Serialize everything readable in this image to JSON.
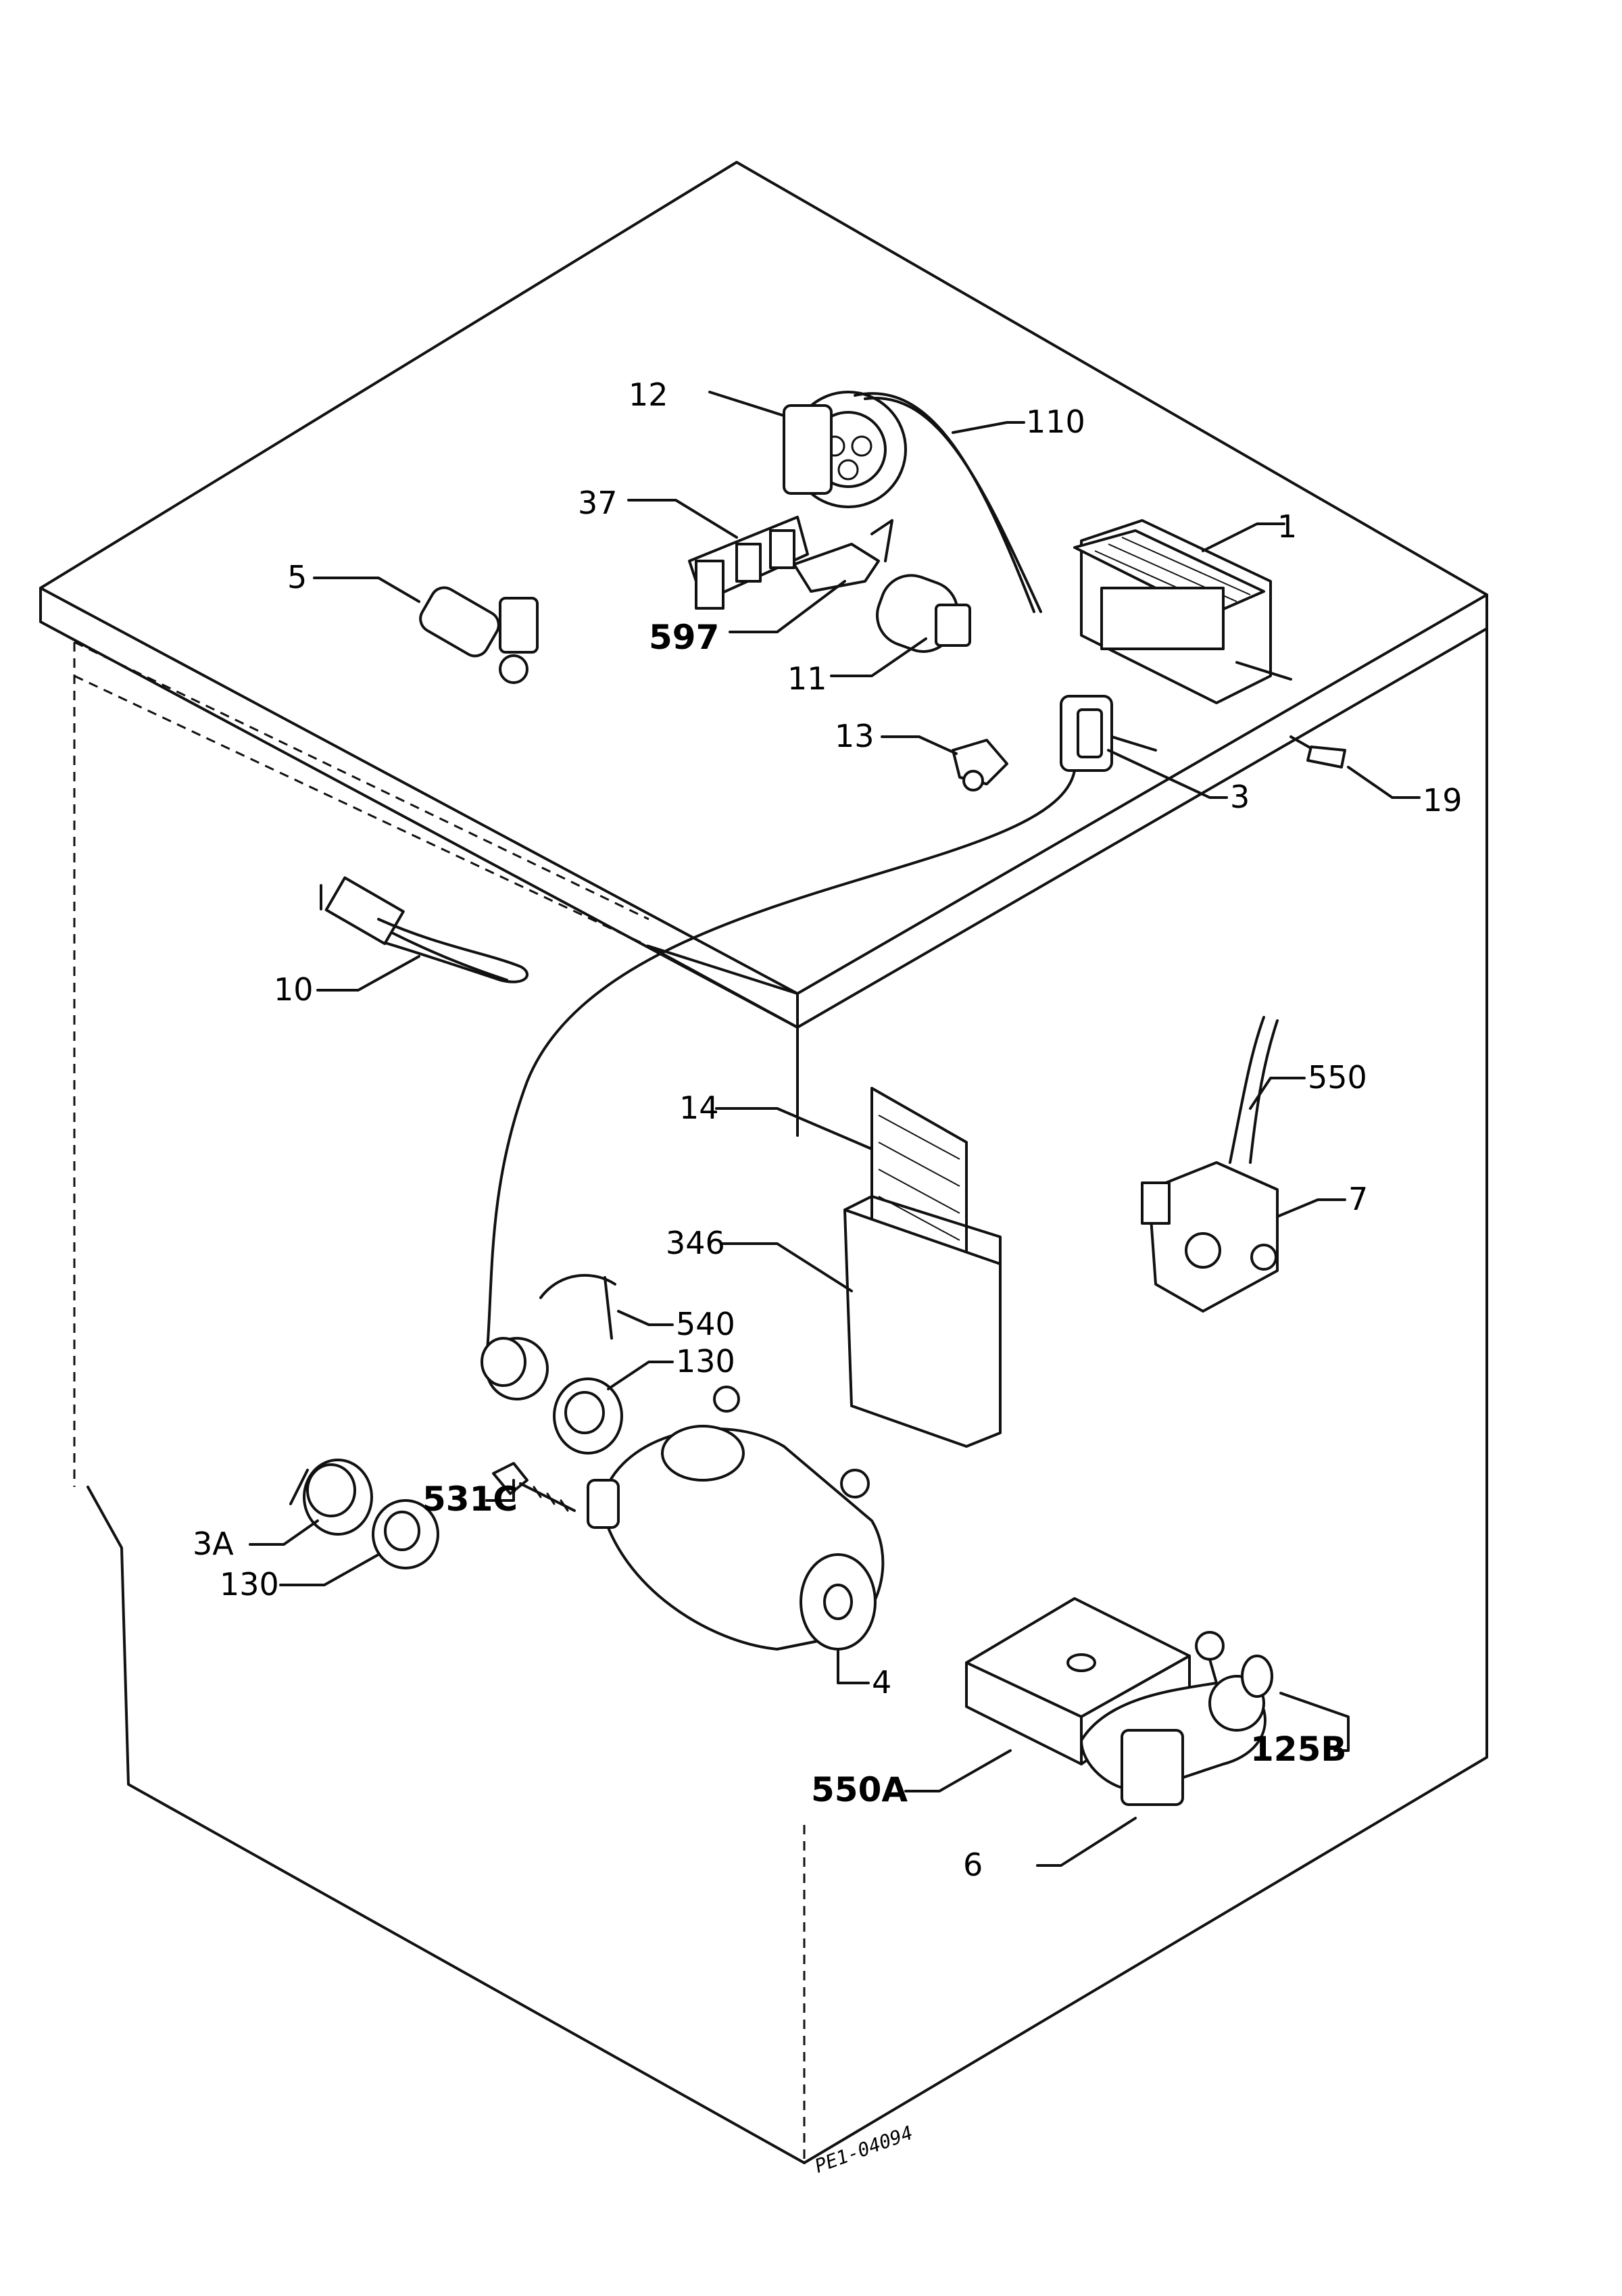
{
  "labels": {
    "p12": "12",
    "p110": "110",
    "p1": "1",
    "p37": "37",
    "p5": "5",
    "p597": "597",
    "p11": "11",
    "p13": "13",
    "p3": "3",
    "p19": "19",
    "p10": "10",
    "p550": "550",
    "p14": "14",
    "p7": "7",
    "p346": "346",
    "p540": "540",
    "p130a": "130",
    "p531c": "531C",
    "p3a": "3A",
    "p130b": "130",
    "p4": "4",
    "p125b": "125B",
    "p550a": "550A",
    "p6": "6"
  },
  "drawing_code": "PE1-04094"
}
